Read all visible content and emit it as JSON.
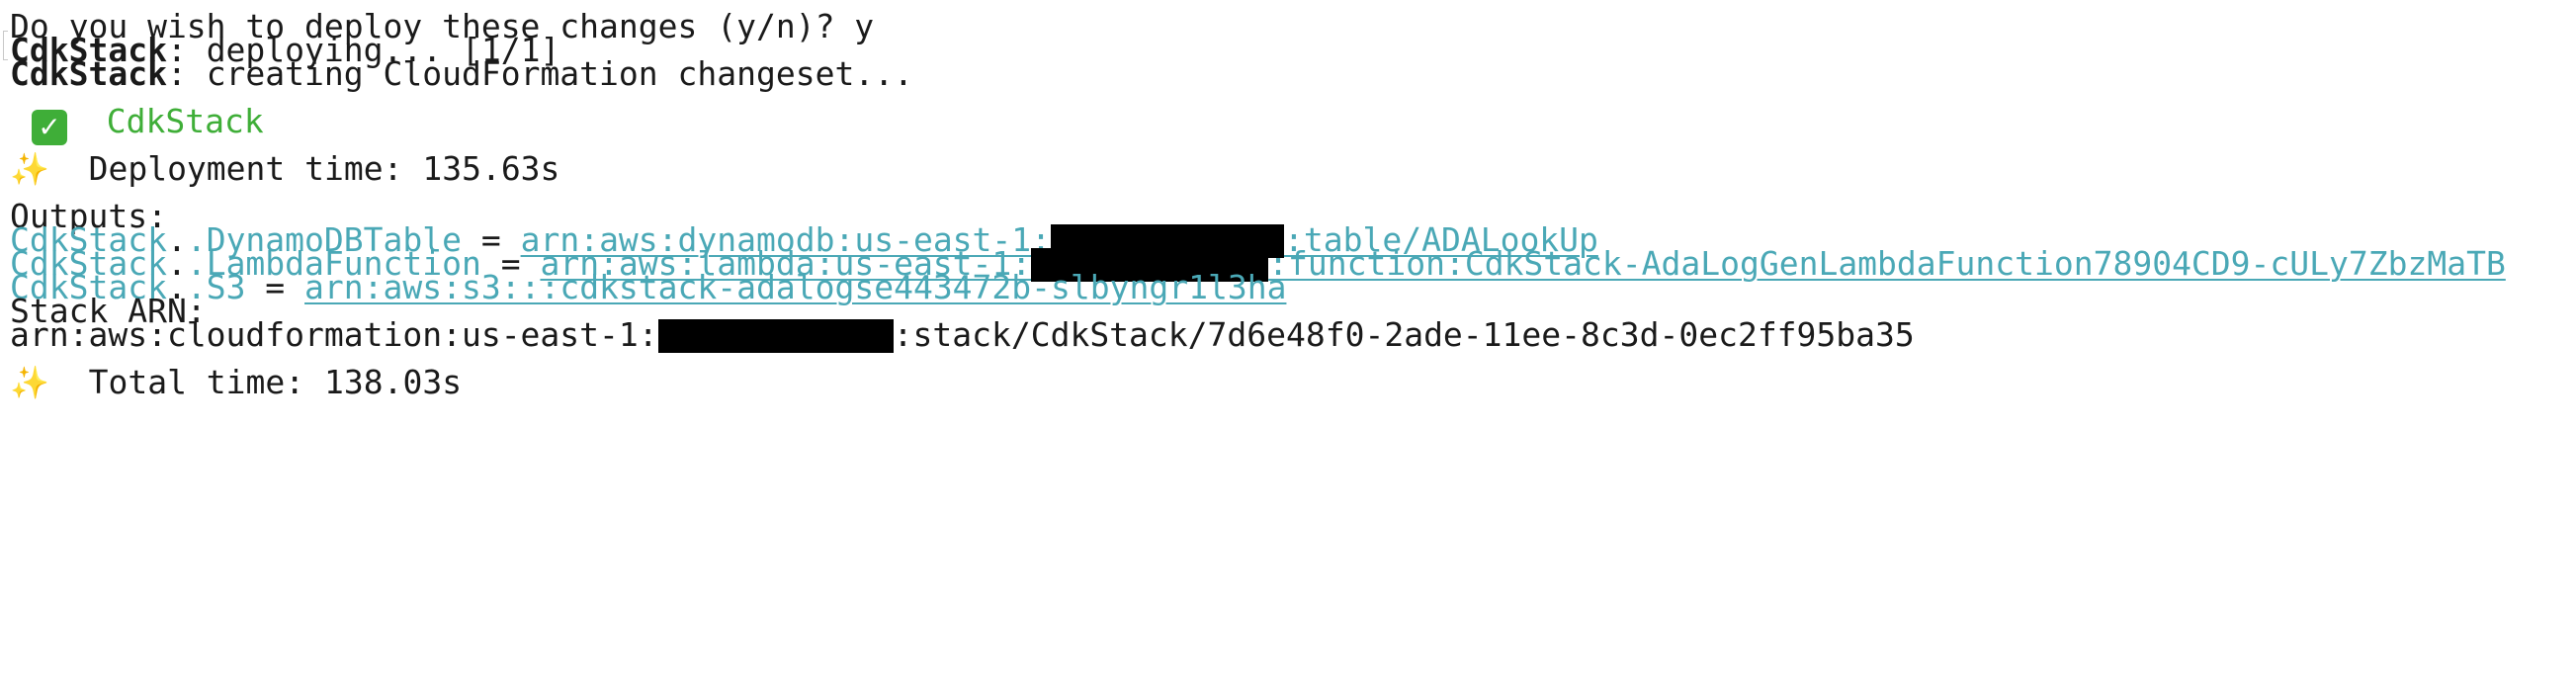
{
  "terminal": {
    "prompt_line": "Do you wish to deploy these changes (y/n)? y",
    "stack_name": "CdkStack",
    "deploying_msg": ": deploying... [1/1]",
    "changeset_msg": ": creating CloudFormation changeset...",
    "success_icon": "check-mark-icon",
    "success_label": "CdkStack",
    "sparkle_icon": "sparkles-icon",
    "deployment_time": "Deployment time: 135.63s",
    "outputs_header": "Outputs:",
    "outputs": [
      {
        "key": "CdkStack",
        "sub": ".DynamoDBTable",
        "sep": " = ",
        "value_prefix": "arn:aws:dynamodb:us-east-1:",
        "value_suffix": ":table/ADALookUp"
      },
      {
        "key": "CdkStack",
        "sub": ".LambdaFunction",
        "sep": " = ",
        "value_prefix": "arn:aws:lambda:us-east-1:",
        "value_suffix": ":function:CdkStack-AdaLogGenLambdaFunction78904CD9-cULy7ZbzMaTB"
      },
      {
        "key": "CdkStack",
        "sub": ".S3",
        "sep": " = ",
        "value_prefix": "arn:aws:s3:::cdkstack-adalogse443472b-slbyngr1l3ha",
        "value_suffix": ""
      }
    ],
    "stack_arn_label": "Stack ARN:",
    "stack_arn_prefix": "arn:aws:cloudformation:us-east-1:",
    "stack_arn_suffix": ":stack/CdkStack/7d6e48f0-2ade-11ee-8c3d-0ec2ff95ba35",
    "total_time": "Total time: 138.03s"
  },
  "colors": {
    "success_green": "#3fae38",
    "output_cyan": "#4aa8b6",
    "sparkle_yellow": "#e8b325",
    "redaction": "#000000"
  }
}
